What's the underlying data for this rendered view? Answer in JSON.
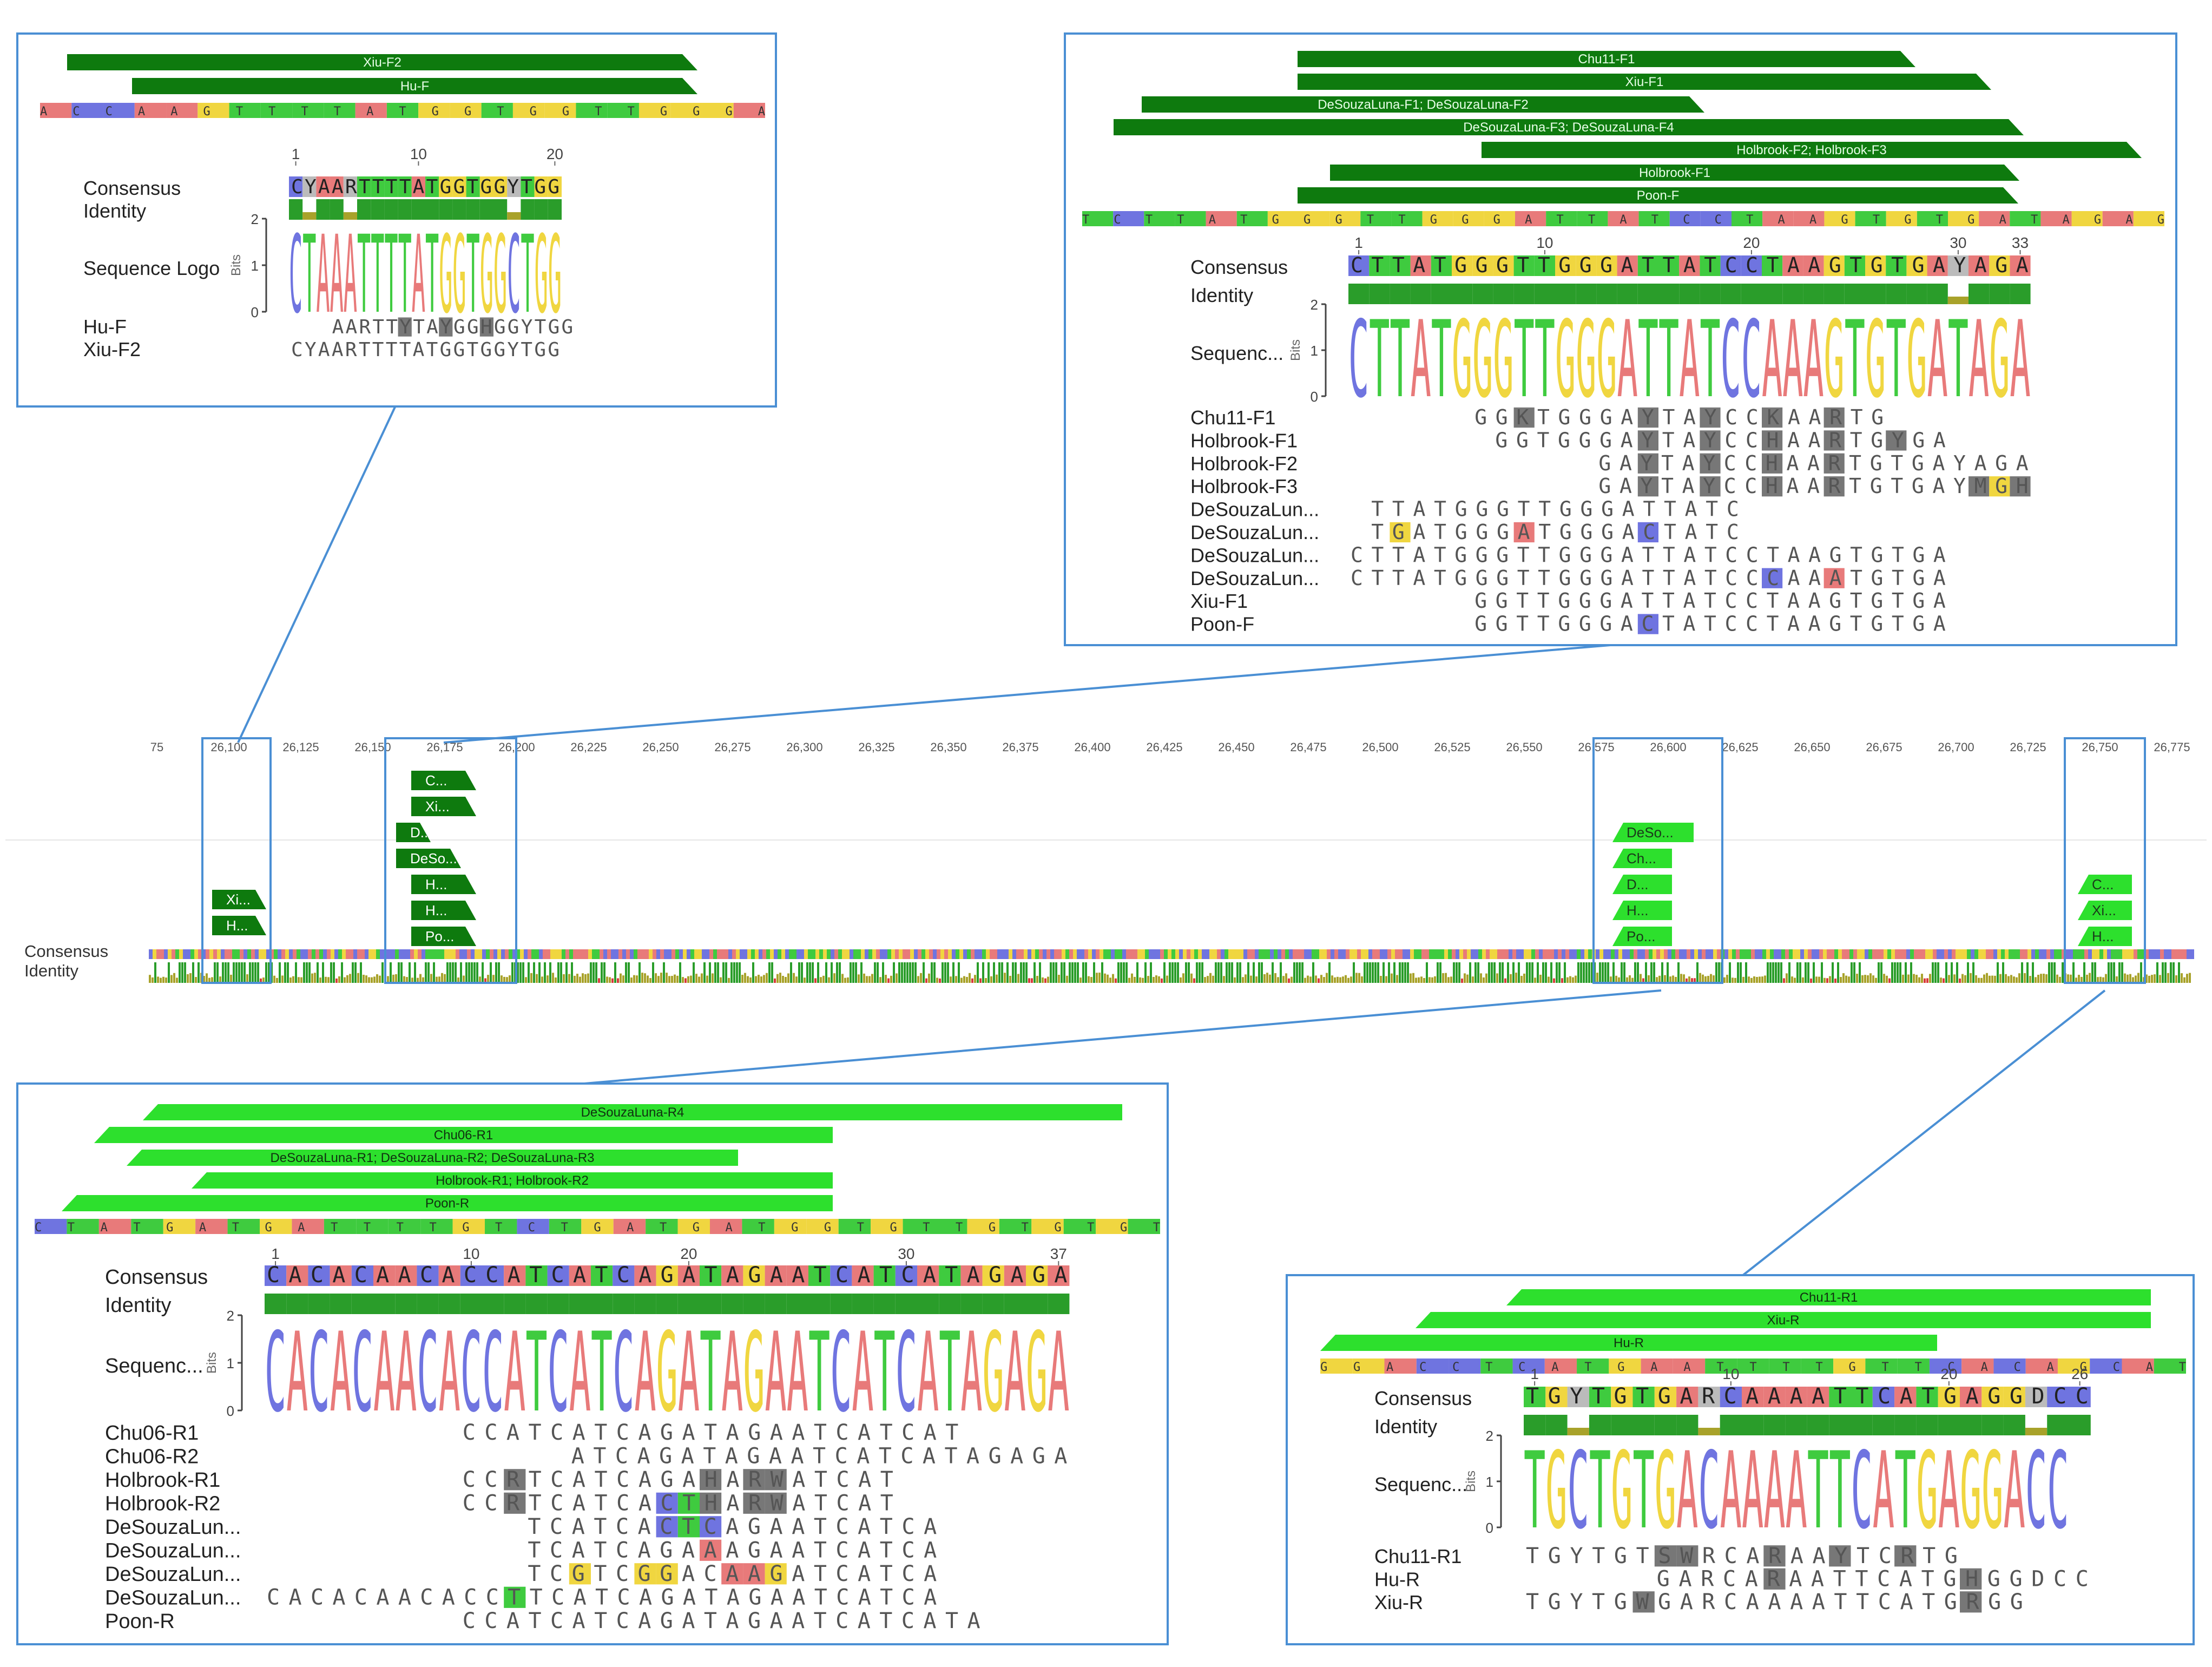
{
  "colors": {
    "A": "#e87a7a",
    "C": "#6f74e0",
    "G": "#f0d640",
    "T": "#3fcb3f",
    "primer_dark": "#0e7a0e",
    "primer_light": "#2de02d",
    "identity_full": "#2a9d2a",
    "identity_partial": "#a8a22a",
    "identity_low": "#d83a3a",
    "ambiguous_bg": "#777777",
    "panel_border": "#4a8fd4",
    "text": "#222222"
  },
  "main_track": {
    "ruler": [
      "75",
      "26,100",
      "26,125",
      "26,150",
      "26,175",
      "26,200",
      "26,225",
      "26,250",
      "26,275",
      "26,300",
      "26,325",
      "26,350",
      "26,375",
      "26,400",
      "26,425",
      "26,450",
      "26,475",
      "26,500",
      "26,525",
      "26,550",
      "26,575",
      "26,600",
      "26,625",
      "26,650",
      "26,675",
      "26,700",
      "26,725",
      "26,750",
      "26,775"
    ],
    "consensus_label": "Consensus",
    "identity_label": "Identity",
    "annotation_groups": [
      {
        "shade": "dark",
        "labels": [
          "Xi...",
          "H..."
        ]
      },
      {
        "shade": "dark",
        "labels": [
          "C...",
          "Xi...",
          "D...",
          "DeSo...",
          "H...",
          "H...",
          "Po..."
        ]
      },
      {
        "shade": "light",
        "labels": [
          "DeSo...",
          "Ch...",
          "D...",
          "H...",
          "Po..."
        ]
      },
      {
        "shade": "light",
        "labels": [
          "C...",
          "Xi...",
          "H..."
        ]
      }
    ]
  },
  "panels": [
    {
      "id": "hu-xiu-forward",
      "shade": "dark",
      "primers": [
        "Xiu-F2",
        "Hu-F"
      ],
      "reference": "ACCAAGTTTTATGGTGGTTGGGA",
      "ruler": [
        {
          "pos": 1,
          "label": "1"
        },
        {
          "pos": 10,
          "label": "10"
        },
        {
          "pos": 20,
          "label": "20"
        }
      ],
      "consensus_label": "Consensus",
      "identity_label": "Identity",
      "logo_label": "Sequence Logo",
      "bits_label": "Bits",
      "bits_ticks": [
        "2",
        "1",
        "0"
      ],
      "consensus": "CYAARTTTTATGGTGGYTGG",
      "logo": "CTAAATTTTATGGTGGCTGG",
      "sequences": [
        {
          "name": "Hu-F",
          "offset": 3,
          "seq": "AARTTYTAYGGHGGYTGG",
          "ambig": [
            5,
            8,
            11
          ]
        },
        {
          "name": "Xiu-F2",
          "offset": 0,
          "seq": "CYAARTTTTATGGTGGYTGG",
          "ambig": []
        }
      ]
    },
    {
      "id": "multi-forward",
      "shade": "dark",
      "primers": [
        "Chu11-F1",
        "Xiu-F1",
        "DeSouzaLuna-F1; DeSouzaLuna-F2",
        "DeSouzaLuna-F3; DeSouzaLuna-F4",
        "Holbrook-F2; Holbrook-F3",
        "Holbrook-F1",
        "Poon-F"
      ],
      "reference": "TCTTATGGGTTGGGATTATCCTAAGTGTGATAGAG",
      "ruler": [
        {
          "pos": 1,
          "label": "1"
        },
        {
          "pos": 10,
          "label": "10"
        },
        {
          "pos": 20,
          "label": "20"
        },
        {
          "pos": 30,
          "label": "30"
        },
        {
          "pos": 33,
          "label": "33"
        }
      ],
      "consensus_label": "Consensus",
      "identity_label": "Identity",
      "logo_label": "Sequenc...",
      "bits_label": "Bits",
      "bits_ticks": [
        "2",
        "1",
        "0"
      ],
      "consensus": "CTTATGGGTTGGGATTATCCTAAGTGTGAYAGA",
      "logo": "CTTATGGGTTGGGATTATCCAAAGTGTGATAGA",
      "sequences": [
        {
          "name": "Chu11-F1",
          "offset": 6,
          "seq": "GGKTGGGAYTAYCCKAARTG",
          "ambig": [
            2,
            8,
            11,
            14,
            17
          ]
        },
        {
          "name": "Holbrook-F1",
          "offset": 7,
          "seq": "GGTGGGAYTAYCCHAARTGYGA",
          "ambig": [
            7,
            10,
            13,
            16,
            19
          ]
        },
        {
          "name": "Holbrook-F2",
          "offset": 12,
          "seq": "GAYTAYCCHAARTGTGAYAGA",
          "ambig": [
            2,
            5,
            8,
            11
          ]
        },
        {
          "name": "Holbrook-F3",
          "offset": 12,
          "seq": "GAYTAYCCHAARTGTGAYMGH",
          "ambig": [
            2,
            5,
            8,
            11,
            18,
            19,
            20
          ]
        },
        {
          "name": "DeSouzaLun...",
          "offset": 1,
          "seq": "TTATGGGTTGGGATTATC",
          "ambig": []
        },
        {
          "name": "DeSouzaLun...",
          "offset": 1,
          "seq": "TGATGGGATGGGACTATC",
          "ambig": [
            1,
            7,
            13
          ]
        },
        {
          "name": "DeSouzaLun...",
          "offset": 0,
          "seq": "CTTATGGGTTGGGATTATCCTAAGTGTGA",
          "ambig": []
        },
        {
          "name": "DeSouzaLun...",
          "offset": 0,
          "seq": "CTTATGGGTTGGGATTATCCCAAATGTGA",
          "ambig": [
            20,
            23
          ]
        },
        {
          "name": "Xiu-F1",
          "offset": 6,
          "seq": "GGTTGGGATTATCCTAAGTGTGA",
          "ambig": []
        },
        {
          "name": "Poon-F",
          "offset": 6,
          "seq": "GGTTGGGACTATCCTAAGTGTGA",
          "ambig": [
            8
          ]
        }
      ]
    },
    {
      "id": "multi-reverse",
      "shade": "light",
      "primers": [
        "DeSouzaLuna-R4",
        "Chu06-R1",
        "DeSouzaLuna-R1; DeSouzaLuna-R2; DeSouzaLuna-R3",
        "Holbrook-R1; Holbrook-R2",
        "Poon-R"
      ],
      "reference": "CTATGATGATTTTGTCTGATGATGGTGTTGTGTGT",
      "ruler": [
        {
          "pos": 1,
          "label": "1"
        },
        {
          "pos": 10,
          "label": "10"
        },
        {
          "pos": 20,
          "label": "20"
        },
        {
          "pos": 30,
          "label": "30"
        },
        {
          "pos": 37,
          "label": "37"
        }
      ],
      "consensus_label": "Consensus",
      "identity_label": "Identity",
      "logo_label": "Sequenc...",
      "bits_label": "Bits",
      "bits_ticks": [
        "2",
        "1",
        "0"
      ],
      "consensus": "CACACAACACCATCATCAGATAGAATCATCATAGAGA",
      "logo": "CACACAACACCATCATCAGATAGAATCATCATAGAGA",
      "sequences": [
        {
          "name": "Chu06-R1",
          "offset": 9,
          "seq": "CCATCATCAGATAGAATCATCAT",
          "ambig": []
        },
        {
          "name": "Chu06-R2",
          "offset": 14,
          "seq": "ATCAGATAGAATCATCATAGAGA",
          "ambig": []
        },
        {
          "name": "Holbrook-R1",
          "offset": 9,
          "seq": "CCRTCATCAGAHARWATCAT",
          "ambig": [
            2,
            11,
            13,
            14
          ]
        },
        {
          "name": "Holbrook-R2",
          "offset": 9,
          "seq": "CCRTCATCACTHARWATCAT",
          "ambig": [
            2,
            9,
            10,
            11,
            13,
            14
          ]
        },
        {
          "name": "DeSouzaLun...",
          "offset": 12,
          "seq": "TCATCACTCAGAATCATCA",
          "ambig": [
            6,
            7,
            8
          ]
        },
        {
          "name": "DeSouzaLun...",
          "offset": 12,
          "seq": "TCATCAGAAAGAATCATCA",
          "ambig": [
            8
          ]
        },
        {
          "name": "DeSouzaLun...",
          "offset": 12,
          "seq": "TCGTCGGACAAGATCATCA",
          "ambig": [
            2,
            5,
            6,
            9,
            10,
            11
          ]
        },
        {
          "name": "DeSouzaLun...",
          "offset": 0,
          "seq": "CACACAACACCTTCATCAGATAGAATCATCA",
          "ambig": [
            11
          ]
        },
        {
          "name": "Poon-R",
          "offset": 9,
          "seq": "CCATCATCAGATAGAATCATCATA",
          "ambig": []
        }
      ]
    },
    {
      "id": "chu-hu-xiu-reverse",
      "shade": "light",
      "primers": [
        "Chu11-R1",
        "Xiu-R",
        "Hu-R"
      ],
      "reference": "GGACCTCATGAATTTTGTTCACAGCAT",
      "ruler": [
        {
          "pos": 1,
          "label": "1"
        },
        {
          "pos": 10,
          "label": "10"
        },
        {
          "pos": 20,
          "label": "20"
        },
        {
          "pos": 26,
          "label": "26"
        }
      ],
      "consensus_label": "Consensus",
      "identity_label": "Identity",
      "logo_label": "Sequenc...",
      "bits_label": "Bits",
      "bits_ticks": [
        "2",
        "1",
        "0"
      ],
      "consensus": "TGYTGTGARCAAAATTCATGAGGDCC",
      "logo": "TGCTGTGACAAAATTCATGAGGACC",
      "sequences": [
        {
          "name": "Chu11-R1",
          "offset": 0,
          "seq": "TGYTGTSWRCARAAYTCRTG",
          "ambig": [
            6,
            7,
            11,
            14,
            17
          ]
        },
        {
          "name": "Hu-R",
          "offset": 6,
          "seq": "GARCARAATTCATGHGGDCC",
          "ambig": [
            5,
            14
          ]
        },
        {
          "name": "Xiu-R",
          "offset": 0,
          "seq": "TGYTGWGARCAAAATTCATGRGG",
          "ambig": [
            5,
            20
          ]
        }
      ]
    }
  ]
}
